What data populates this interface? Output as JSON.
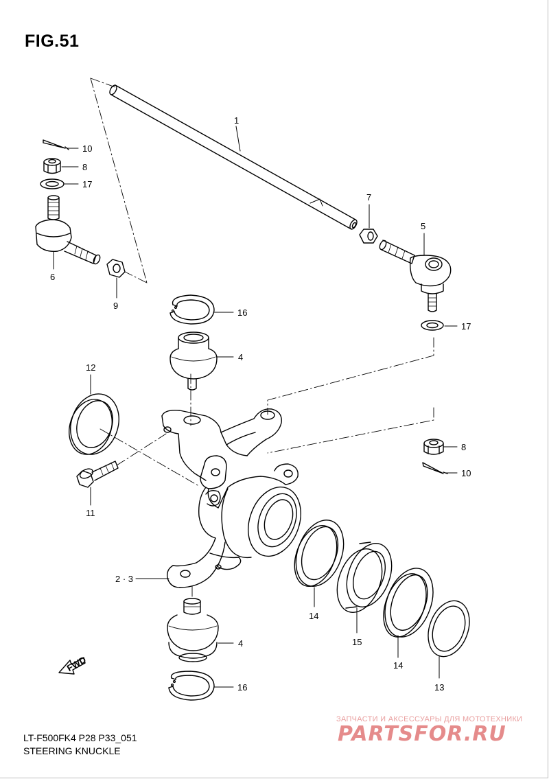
{
  "figure": {
    "title": "FIG.51"
  },
  "footer": {
    "code": "LT-F500FK4 P28 P33_051",
    "name": "STEERING KNUCKLE"
  },
  "fwd_label": "FWD",
  "watermark": {
    "caption": "ЗАПЧАСТИ И АКСЕССУАРЫ ДЛЯ МОТОТЕХНИКИ",
    "logo": "PARTSFOR.RU"
  },
  "callouts": {
    "c1": "1",
    "c10_top": "10",
    "c8_top": "8",
    "c17_top": "17",
    "c6": "6",
    "c9": "9",
    "c7": "7",
    "c5": "5",
    "c17_right": "17",
    "c16_top": "16",
    "c4_top": "4",
    "c12": "12",
    "c8_right": "8",
    "c10_right": "10",
    "c11": "11",
    "c23": "2 · 3",
    "c14_a": "14",
    "c15": "15",
    "c14_b": "14",
    "c13": "13",
    "c4_bottom": "4",
    "c16_bottom": "16"
  }
}
